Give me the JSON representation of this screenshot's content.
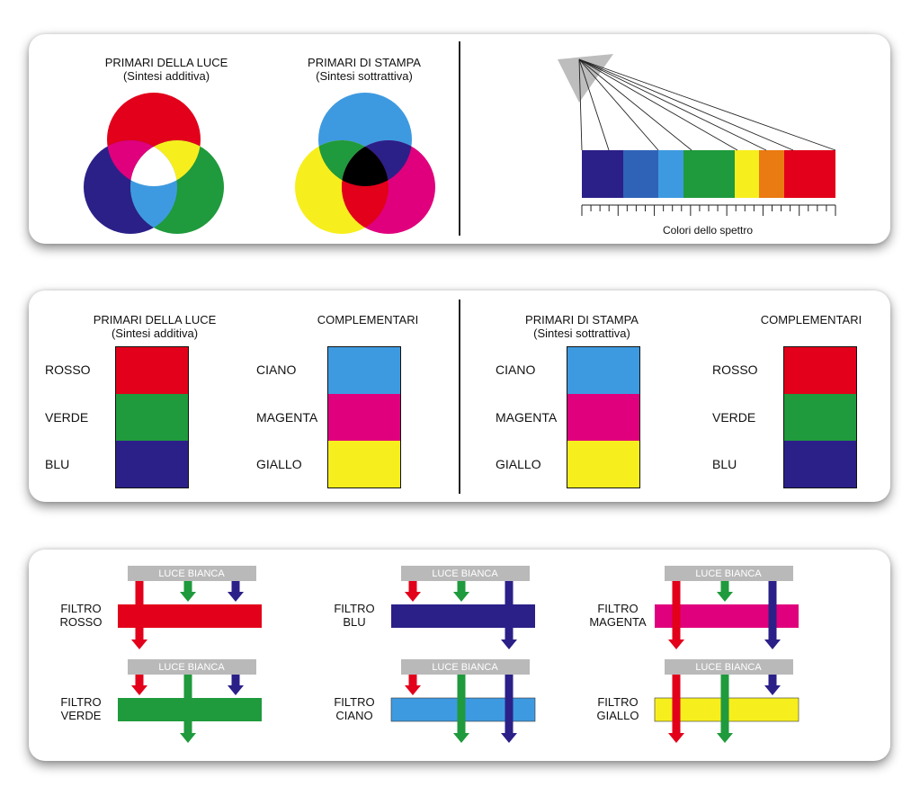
{
  "colors": {
    "red": "#e2001a",
    "green": "#1f9a3c",
    "blue": "#2b2088",
    "cyan": "#3e9ae0",
    "magenta": "#e0007d",
    "yellow": "#f7ee1e",
    "black": "#000000",
    "white": "#ffffff",
    "gray": "#b9b9b9",
    "spectrum_midblue": "#2f63b8",
    "orange": "#ea7a12"
  },
  "panel1": {
    "additive": {
      "title": "PRIMARI DELLA LUCE",
      "subtitle": "(Sintesi additiva)"
    },
    "subtractive": {
      "title": "PRIMARI DI STAMPA",
      "subtitle": "(Sintesi sottrattiva)"
    },
    "spectrum": {
      "caption": "Colori dello spettro",
      "bands": [
        "blue",
        "spectrum_midblue",
        "cyan",
        "green",
        "yellow",
        "orange",
        "red"
      ]
    }
  },
  "panel2": {
    "groups": [
      {
        "title": "PRIMARI DELLA LUCE",
        "subtitle": "(Sintesi additiva)",
        "rows": [
          {
            "label": "ROSSO",
            "color": "red"
          },
          {
            "label": "VERDE",
            "color": "green"
          },
          {
            "label": "BLU",
            "color": "blue"
          }
        ]
      },
      {
        "title": "COMPLEMENTARI",
        "subtitle": "",
        "rows": [
          {
            "label": "CIANO",
            "color": "cyan"
          },
          {
            "label": "MAGENTA",
            "color": "magenta"
          },
          {
            "label": "GIALLO",
            "color": "yellow"
          }
        ]
      },
      {
        "title": "PRIMARI DI STAMPA",
        "subtitle": "(Sintesi sottrattiva)",
        "rows": [
          {
            "label": "CIANO",
            "color": "cyan"
          },
          {
            "label": "MAGENTA",
            "color": "magenta"
          },
          {
            "label": "GIALLO",
            "color": "yellow"
          }
        ]
      },
      {
        "title": "COMPLEMENTARI",
        "subtitle": "",
        "rows": [
          {
            "label": "ROSSO",
            "color": "red"
          },
          {
            "label": "VERDE",
            "color": "green"
          },
          {
            "label": "BLU",
            "color": "blue"
          }
        ]
      }
    ]
  },
  "panel3": {
    "source_label": "LUCE BIANCA",
    "filters": [
      {
        "line1": "FILTRO",
        "line2": "ROSSO",
        "color": "red",
        "passes": [
          "red"
        ]
      },
      {
        "line1": "FILTRO",
        "line2": "BLU",
        "color": "blue",
        "passes": [
          "blue"
        ]
      },
      {
        "line1": "FILTRO",
        "line2": "MAGENTA",
        "color": "magenta",
        "passes": [
          "red",
          "blue"
        ]
      },
      {
        "line1": "FILTRO",
        "line2": "VERDE",
        "color": "green",
        "passes": [
          "green"
        ]
      },
      {
        "line1": "FILTRO",
        "line2": "CIANO",
        "color": "cyan",
        "passes": [
          "green",
          "blue"
        ]
      },
      {
        "line1": "FILTRO",
        "line2": "GIALLO",
        "color": "yellow",
        "passes": [
          "red",
          "green"
        ]
      }
    ]
  }
}
